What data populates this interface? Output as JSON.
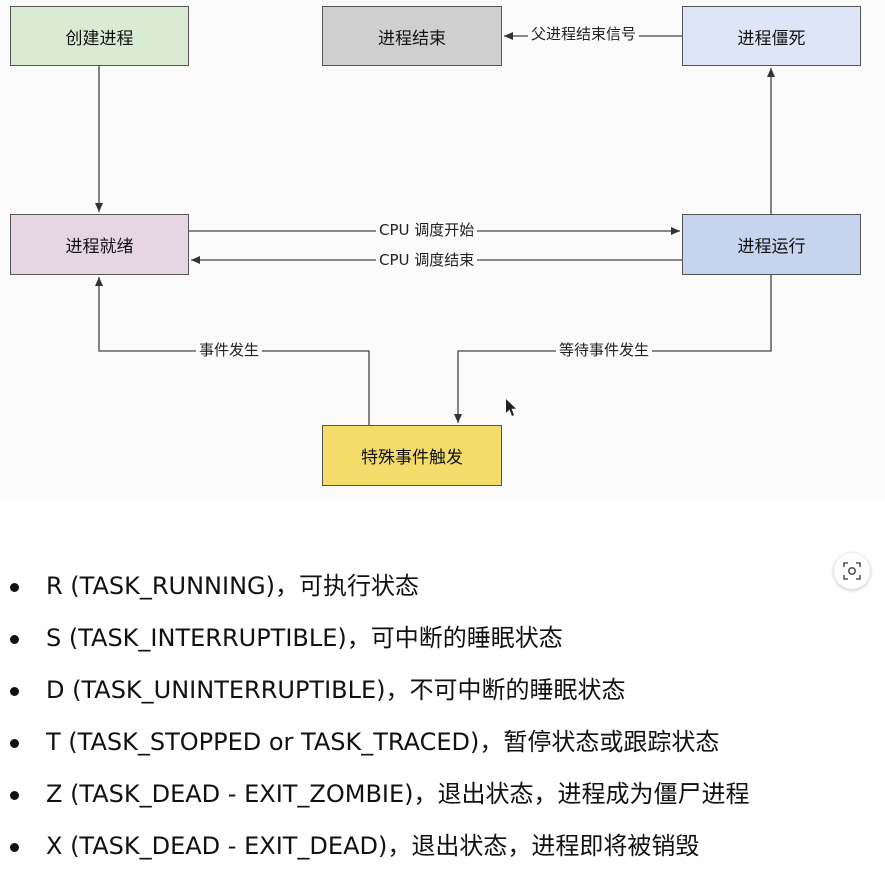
{
  "diagram": {
    "nodes": {
      "create": "创建进程",
      "end": "进程结束",
      "zombie": "进程僵死",
      "ready": "进程就绪",
      "running": "进程运行",
      "event": "特殊事件触发"
    },
    "edges": {
      "parent_signal": "父进程结束信号",
      "cpu_start": "CPU 调度开始",
      "cpu_end": "CPU 调度结束",
      "event_occur": "事件发生",
      "wait_event": "等待事件发生"
    }
  },
  "states": [
    "R (TASK_RUNNING)，可执行状态",
    "S (TASK_INTERRUPTIBLE)，可中断的睡眠状态",
    "D (TASK_UNINTERRUPTIBLE)，不可中断的睡眠状态",
    "T (TASK_STOPPED or TASK_TRACED)，暂停状态或跟踪状态",
    "Z (TASK_DEAD - EXIT_ZOMBIE)，退出状态，进程成为僵尸进程",
    "X (TASK_DEAD - EXIT_DEAD)，退出状态，进程即将被销毁"
  ],
  "icons": {
    "scan": "scan-icon",
    "cursor": "cursor-icon"
  }
}
